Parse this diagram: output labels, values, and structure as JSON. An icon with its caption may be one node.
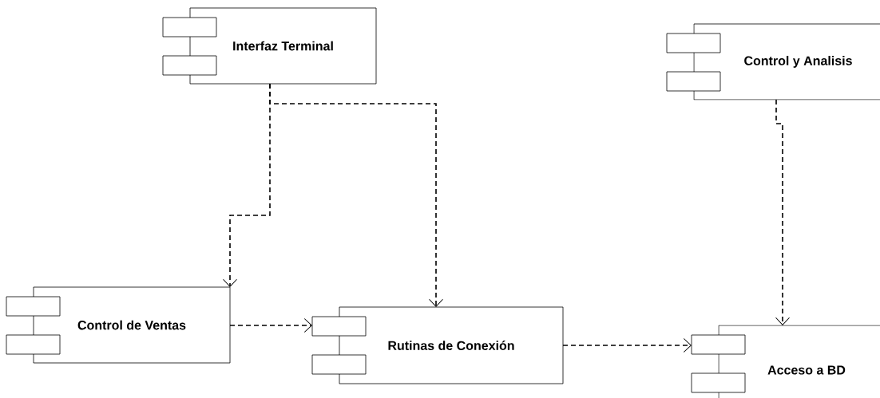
{
  "diagram": {
    "nodes": [
      {
        "text": [
          "Interfaz Terminal"
        ]
      },
      {
        "text": [
          "Control y Analisis"
        ]
      },
      {
        "text": [
          "Control de Ventas"
        ]
      },
      {
        "text": [
          "Rutinas de Conexión"
        ]
      },
      {
        "text": [
          "Acceso a BD"
        ]
      }
    ],
    "edges": [
      {
        "from": 0,
        "to": 2,
        "arrow": "to",
        "style": "dashed"
      },
      {
        "from": 0,
        "to": 3,
        "arrow": "to",
        "style": "dashed"
      },
      {
        "from": 1,
        "to": 4,
        "arrow": "to",
        "style": "dashed"
      },
      {
        "from": 2,
        "to": 3,
        "arrow": "to",
        "style": "dashed"
      },
      {
        "from": 3,
        "to": 4,
        "arrow": "to",
        "style": "dashed"
      }
    ]
  }
}
